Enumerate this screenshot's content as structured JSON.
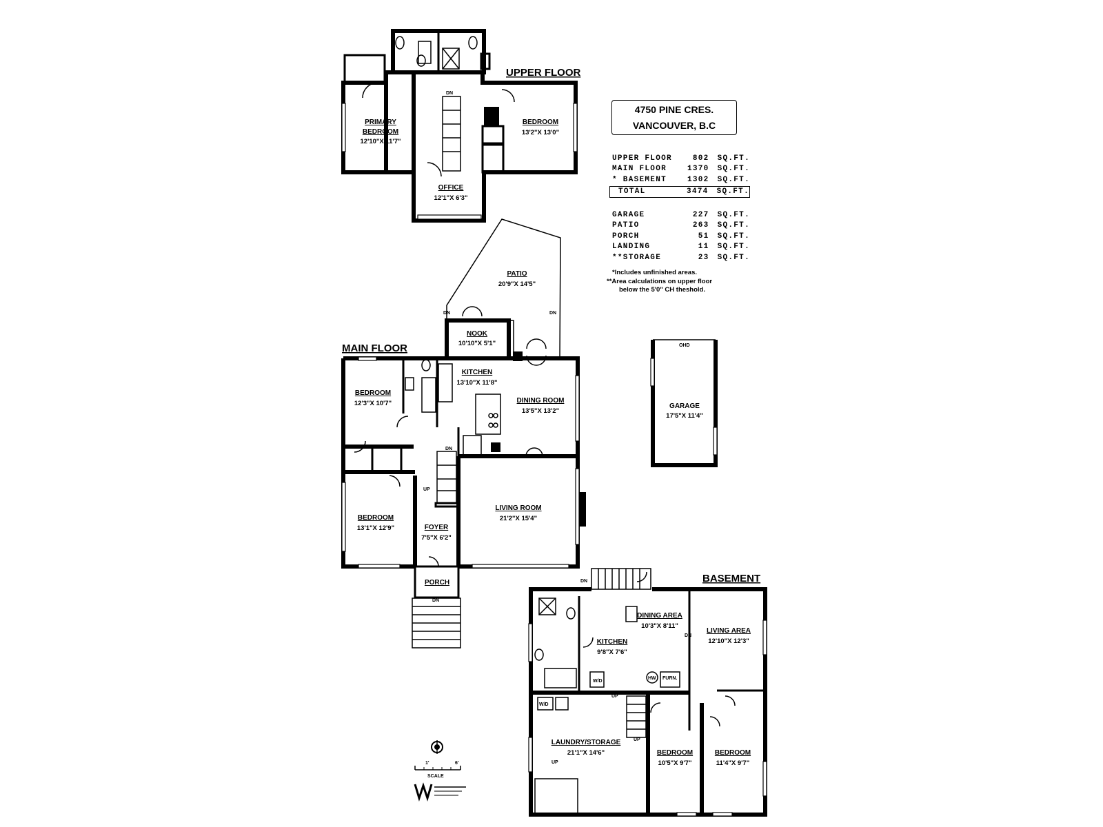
{
  "address": {
    "line1": "4750 PINE CRES.",
    "line2": "VANCOUVER, B.C"
  },
  "area_summary": {
    "floors": [
      {
        "name": "UPPER FLOOR",
        "value": "802",
        "unit": "SQ.FT."
      },
      {
        "name": "MAIN FLOOR",
        "value": "1370",
        "unit": "SQ.FT."
      },
      {
        "name": "* BASEMENT",
        "value": "1302",
        "unit": "SQ.FT."
      }
    ],
    "total": {
      "name": "TOTAL",
      "value": "3474",
      "unit": "SQ.FT."
    },
    "other": [
      {
        "name": "GARAGE",
        "value": "227",
        "unit": "SQ.FT."
      },
      {
        "name": "PATIO",
        "value": "263",
        "unit": "SQ.FT."
      },
      {
        "name": "PORCH",
        "value": "51",
        "unit": "SQ.FT."
      },
      {
        "name": "LANDING",
        "value": "11",
        "unit": "SQ.FT."
      },
      {
        "name": "**STORAGE",
        "value": "23",
        "unit": "SQ.FT."
      }
    ],
    "notes": [
      "*Includes unfinished areas.",
      "**Area calculations on upper floor",
      "below the 5'0\" CH theshold."
    ]
  },
  "floors": {
    "upper": "UPPER FLOOR",
    "main": "MAIN FLOOR",
    "basement": "BASEMENT"
  },
  "rooms": {
    "upper_primary_l1": "PRIMARY",
    "upper_primary_l2": "BEDROOM",
    "upper_primary_dim": "12'10\"X 11'7\"",
    "upper_bedroom": "BEDROOM",
    "upper_bedroom_dim": "13'2\"X 13'0\"",
    "upper_office": "OFFICE",
    "upper_office_dim": "12'1\"X 6'3\"",
    "patio": "PATIO",
    "patio_dim": "20'9\"X 14'5\"",
    "nook": "NOOK",
    "nook_dim": "10'10\"X 5'1\"",
    "kitchen": "KITCHEN",
    "kitchen_dim": "13'10\"X 11'8\"",
    "dining": "DINING ROOM",
    "dining_dim": "13'5\"X 13'2\"",
    "main_bed1": "BEDROOM",
    "main_bed1_dim": "12'3\"X 10'7\"",
    "main_bed2": "BEDROOM",
    "main_bed2_dim": "13'1\"X 12'9\"",
    "foyer": "FOYER",
    "foyer_dim": "7'5\"X 6'2\"",
    "living": "LIVING ROOM",
    "living_dim": "21'2\"X 15'4\"",
    "porch": "PORCH",
    "garage": "GARAGE",
    "garage_dim": "17'5\"X 11'4\"",
    "garage_ohd": "OHD",
    "b_dining": "DINING AREA",
    "b_dining_dim": "10'3\"X 8'11\"",
    "b_kitchen": "KITCHEN",
    "b_kitchen_dim": "9'8\"X 7'6\"",
    "b_living": "LIVING AREA",
    "b_living_dim": "12'10\"X 12'3\"",
    "b_laundry": "LAUNDRY/STORAGE",
    "b_laundry_dim": "21'1\"X 14'6\"",
    "b_bed1": "BEDROOM",
    "b_bed1_dim": "10'5\"X 9'7\"",
    "b_bed2": "BEDROOM",
    "b_bed2_dim": "11'4\"X 9'7\""
  },
  "markers": {
    "dn": "DN",
    "up": "UP",
    "wd": "W/D",
    "hw": "HW",
    "furn": "FURN."
  },
  "scale": {
    "label": "SCALE",
    "min": "1'",
    "max": "6'"
  }
}
